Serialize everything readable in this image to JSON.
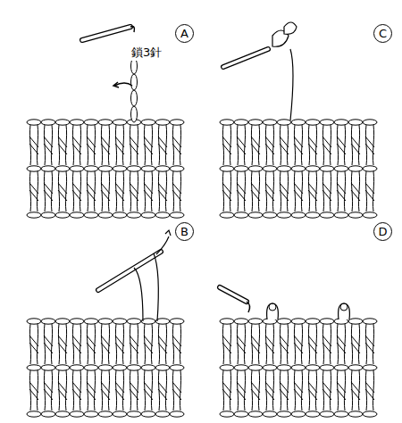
{
  "diagram": {
    "nodes": [
      {
        "text": [
          "A"
        ]
      },
      {
        "text": [
          "C"
        ]
      },
      {
        "text": [
          "B"
        ]
      },
      {
        "text": [
          "D"
        ]
      }
    ],
    "labels": [
      "鎖3針"
    ]
  }
}
